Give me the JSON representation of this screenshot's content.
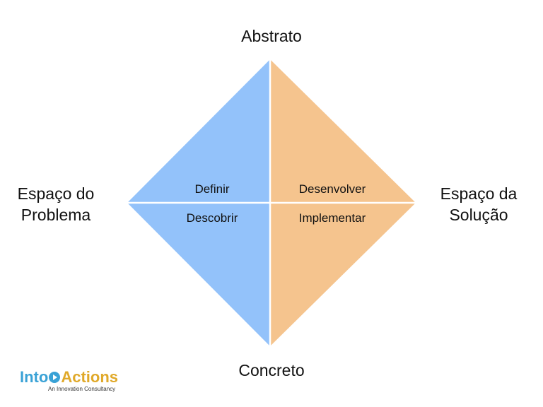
{
  "colors": {
    "problem_fill": "#93c2fa",
    "solution_fill": "#f5c48e",
    "divider": "#ffffff",
    "text": "#111111",
    "logo_blue": "#3aa2d6",
    "logo_gold": "#e0a92a"
  },
  "axes": {
    "top": "Abstrato",
    "bottom": "Concreto",
    "left_line1": "Espaço do",
    "left_line2": "Problema",
    "right_line1": "Espaço da",
    "right_line2": "Solução"
  },
  "quadrants": {
    "top_left": "Definir",
    "bottom_left": "Descobrir",
    "top_right": "Desenvolver",
    "bottom_right": "Implementar"
  },
  "logo": {
    "into": "Into",
    "actions": "Actions",
    "tagline": "An Innovation Consultancy"
  }
}
